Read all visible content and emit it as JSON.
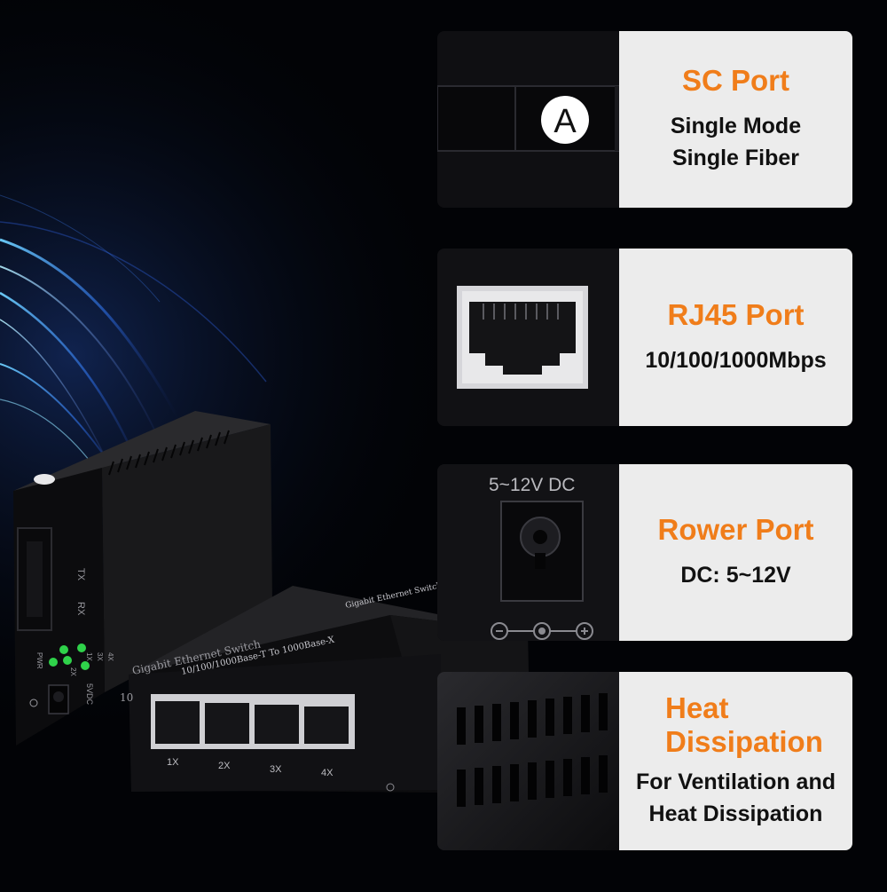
{
  "colors": {
    "accent": "#f07d1a",
    "card_bg": "#ececec",
    "background": "#020306",
    "led_green": "#2fd24a"
  },
  "cards": [
    {
      "id": "sc",
      "icon": "fiber-port-icon",
      "badge": "A",
      "title": "SC Port",
      "lines": [
        "Single Mode",
        "Single Fiber"
      ]
    },
    {
      "id": "rj45",
      "icon": "ethernet-port-icon",
      "title": "RJ45 Port",
      "lines": [
        "10/100/1000Mbps"
      ]
    },
    {
      "id": "power",
      "icon": "dc-jack-icon",
      "photo_label": "5~12V DC",
      "title": "Rower Port",
      "lines": [
        "DC: 5~12V"
      ]
    },
    {
      "id": "heat",
      "icon": "vent-grille-icon",
      "title_lines": [
        "Heat",
        "Dissipation"
      ],
      "lines": [
        "For Ventilation and",
        "Heat Dissipation"
      ]
    }
  ],
  "product": {
    "converter": {
      "labels": [
        "TX",
        "RX",
        "PWR",
        "1X",
        "2X",
        "3X",
        "4X",
        "5VDC"
      ]
    },
    "switch": {
      "lid_text": [
        "Gigabit Ethernet Switch",
        "10/100/1000Base-T To 1000Base-X"
      ],
      "front_text": "Gigabit Ethernet Switch",
      "side_text": "10",
      "ports": [
        "1X",
        "2X",
        "3X",
        "4X"
      ]
    }
  }
}
